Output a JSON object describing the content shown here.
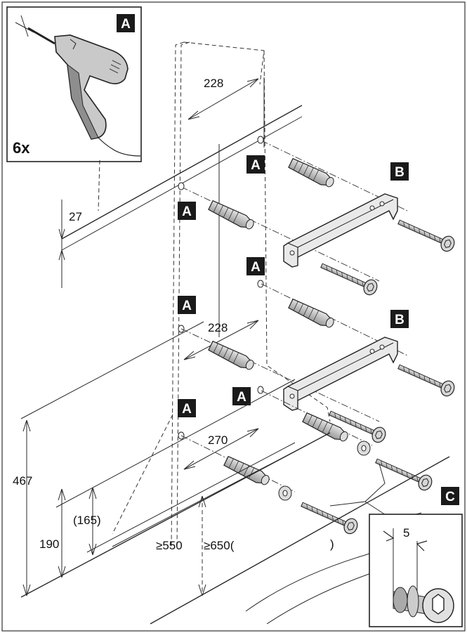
{
  "labels": {
    "a": "A",
    "b": "B",
    "c": "C"
  },
  "inset_a": {
    "tag": "A",
    "count": "6x"
  },
  "dimensions": {
    "d228_top": "228",
    "d27": "27",
    "d228_mid": "228",
    "d270": "270",
    "d467": "467",
    "d165": "(165)",
    "d190": "190",
    "d550": "≥550",
    "d650": "≥650(",
    "d650_close": ")",
    "d5": "5"
  },
  "colors": {
    "tag_fill": "#1a1a1a",
    "tag_text": "#ffffff",
    "line": "#2a2a2a",
    "hardware_fill": "#bdbdbd"
  },
  "icons": [
    "drill-icon",
    "wall-plug-icon",
    "screw-icon",
    "mounting-bracket-icon",
    "washer-icon",
    "torx-screw-head-icon"
  ]
}
